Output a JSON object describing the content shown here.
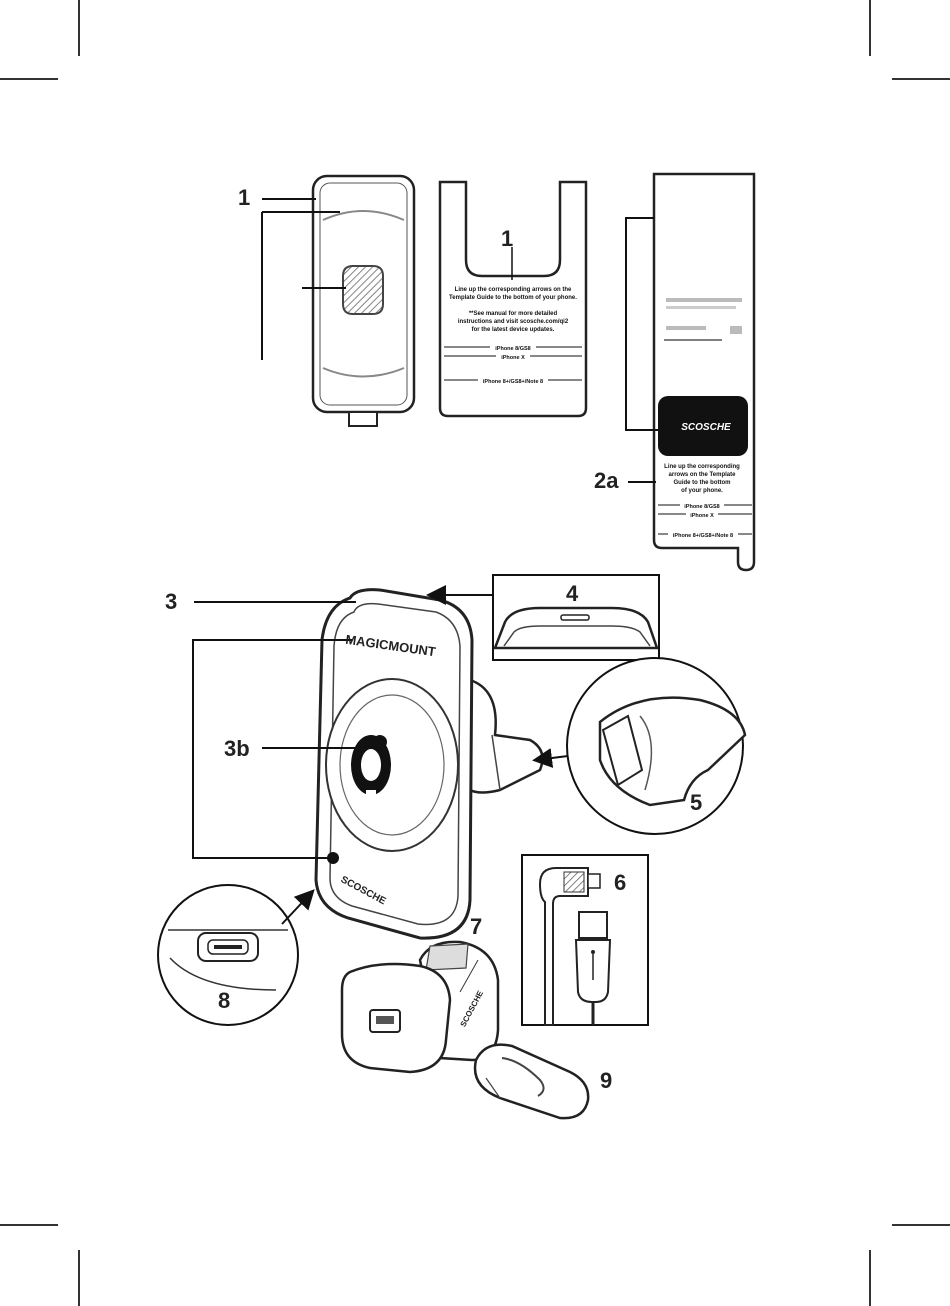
{
  "callouts": {
    "c1_left": "1",
    "c1_template": "1",
    "c2a": "2a",
    "c3": "3",
    "c3b": "3b",
    "c4": "4",
    "c5": "5",
    "c6": "6",
    "c7": "7",
    "c8": "8",
    "c9": "9"
  },
  "template1": {
    "line1": "Line up the corresponding arrows on the",
    "line2": "Template Guide to the bottom of your phone.",
    "line3": "**See manual for more detailed",
    "line4": "instructions and visit scosche.com/qi2",
    "line5": "for the latest device updates.",
    "phone_a": "iPhone 8/GS8",
    "phone_b": "iPhone X",
    "phone_c": "iPhone 8+/GS8+/Note 8"
  },
  "template2a": {
    "line1": "Line up the corresponding",
    "line2": "arrows on the Template",
    "line3": "Guide to the bottom",
    "line4": "of your phone.",
    "phone_a": "iPhone 8/GS8",
    "phone_b": "iPhone X",
    "phone_c": "iPhone 8+/GS8+/Note 8",
    "brand": "SCOSCHE"
  },
  "mount": {
    "brand_top": "MAGICMOUNT",
    "brand_bottom": "SCOSCHE"
  },
  "charger": {
    "brand": "SCOSCHE"
  }
}
